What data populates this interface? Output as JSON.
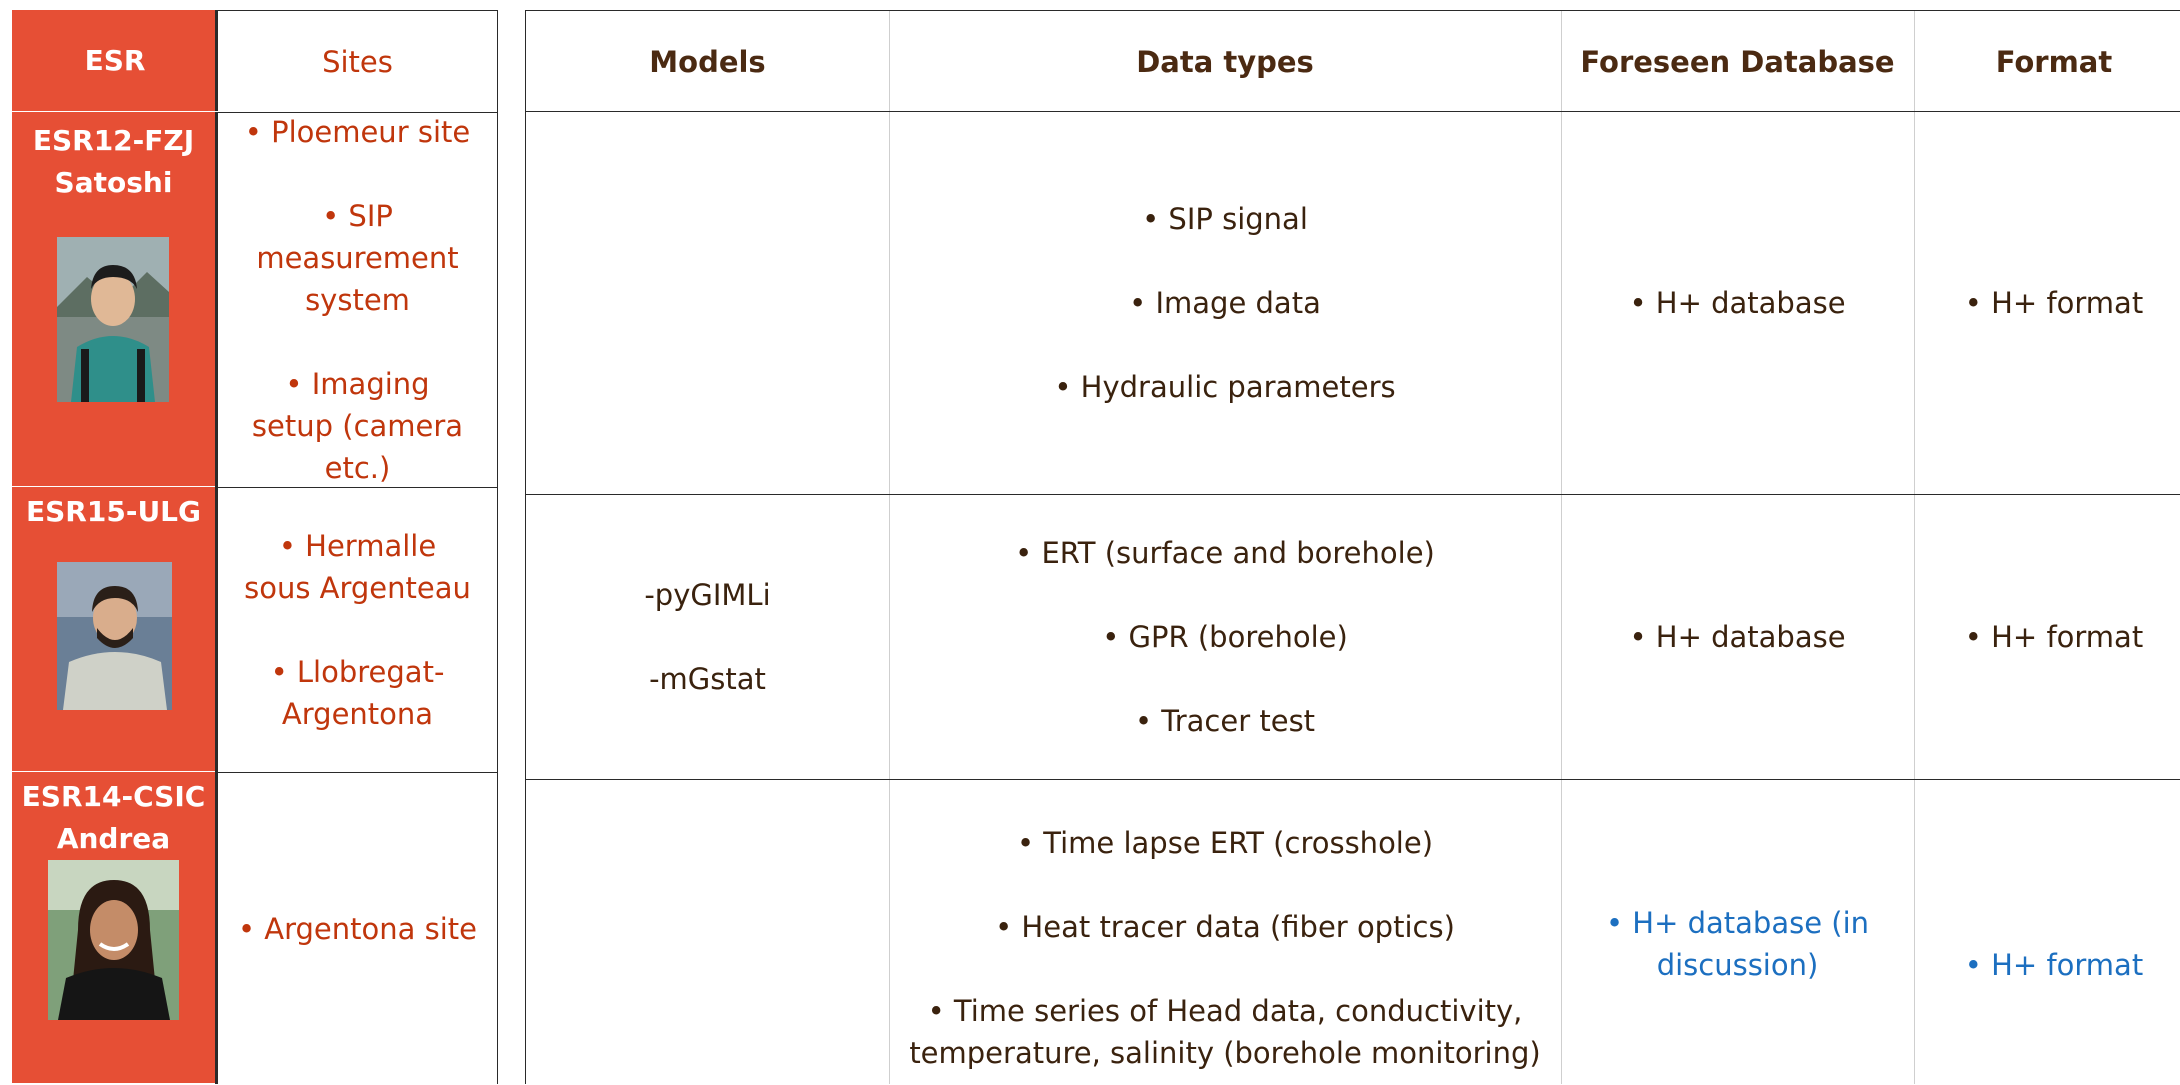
{
  "esr_column": {
    "header": "ESR",
    "rows": [
      {
        "code": "ESR12-FZJ",
        "name": "Satoshi"
      },
      {
        "code": "ESR15-ULG",
        "name": ""
      },
      {
        "code": "ESR14-CSIC",
        "name": "Andrea"
      }
    ]
  },
  "sites_column": {
    "header": "Sites",
    "rows": [
      [
        "• Ploemeur site",
        "• SIP measurement system",
        "• Imaging setup (camera etc.)"
      ],
      [
        "• Hermalle sous Argenteau",
        "• Llobregat-Argentona"
      ],
      [
        "• Argentona site"
      ]
    ]
  },
  "table": {
    "headers": {
      "models": "Models",
      "data_types": "Data types",
      "database": "Foreseen Database",
      "format": "Format"
    },
    "rows": [
      {
        "models": [],
        "data_types": [
          "• SIP signal",
          "• Image data",
          "• Hydraulic parameters"
        ],
        "database": "• H+ database",
        "format": "• H+ format"
      },
      {
        "models": [
          "-pyGIMLi",
          "-mGstat"
        ],
        "data_types": [
          "• ERT (surface and borehole)",
          "• GPR (borehole)",
          "• Tracer test"
        ],
        "database": "• H+ database",
        "format": "• H+ format"
      },
      {
        "models": [],
        "data_types": [
          "• Time lapse ERT (crosshole)",
          "• Heat tracer data (fiber optics)",
          "• Time series of Head data, conductivity, temperature, salinity (borehole monitoring)"
        ],
        "database": "• H+ database (in discussion)",
        "format": "• H+ format"
      }
    ]
  },
  "colors": {
    "esr_bg": "#e64f35",
    "sites_text": "#c0360c",
    "body_text": "#3a220e",
    "highlight_text": "#1c6fc0"
  }
}
